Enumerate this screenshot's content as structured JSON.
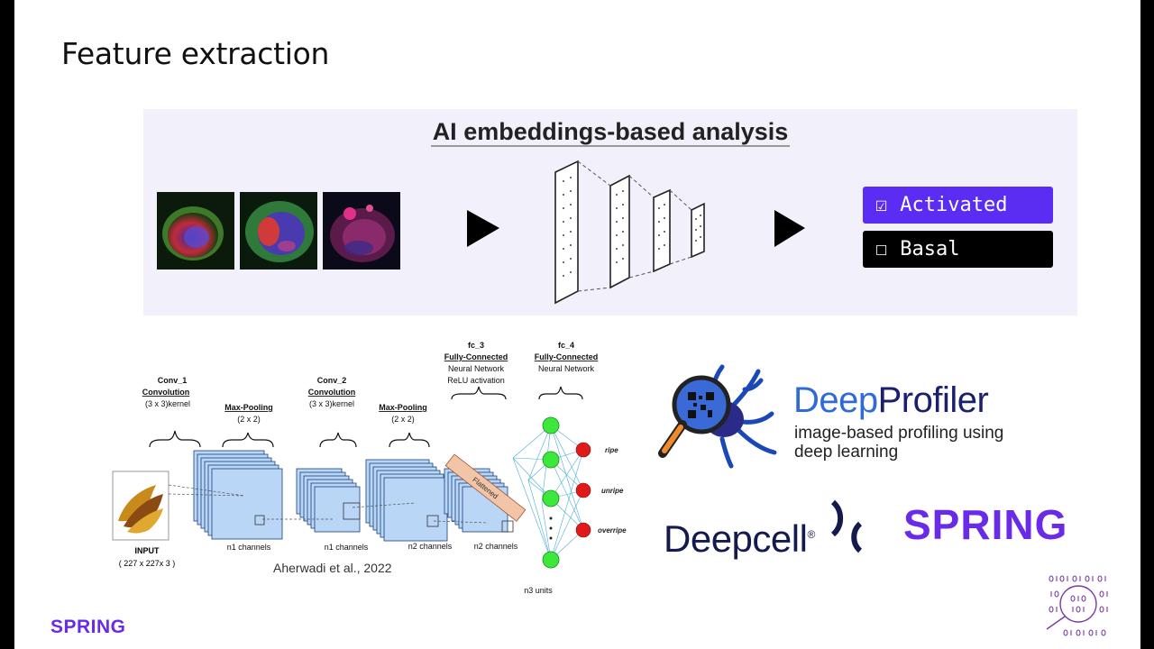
{
  "slide": {
    "title": "Feature extraction"
  },
  "embeddings_panel": {
    "title": "AI embeddings-based analysis",
    "cell_images": [
      "cell-image-1",
      "cell-image-2",
      "cell-image-3"
    ],
    "labels": [
      {
        "text": "Activated",
        "checked": true,
        "color": "#5b2cf2"
      },
      {
        "text": "Basal",
        "checked": false,
        "color": "#000000"
      }
    ],
    "check_on": "☑",
    "check_off": "☐"
  },
  "cnn_diagram": {
    "input_label": "INPUT",
    "input_size": "( 227 x 227x 3 )",
    "conv1_title": "Conv_1",
    "conv1_sub": "Convolution",
    "conv1_kernel": "(3 x 3)kernel",
    "pool1_title": "Max-Pooling",
    "pool1_size": "(2 x 2)",
    "conv2_title": "Conv_2",
    "conv2_sub": "Convolution",
    "conv2_kernel": "(3 x 3)kernel",
    "pool2_title": "Max-Pooling",
    "pool2_size": "(2 x 2)",
    "fc3_title": "fc_3",
    "fc3_sub": "Fully-Connected",
    "fc3_line1": "Neural Network",
    "fc3_line2": "ReLU activation",
    "fc4_title": "fc_4",
    "fc4_sub": "Fully-Connected",
    "fc4_line1": "Neural Network",
    "flattened": "Flattened",
    "ch_label_1": "n1 channels",
    "ch_label_2": "n1 channels",
    "ch_label_3": "n2 channels",
    "ch_label_4": "n2 channels",
    "units_label": "n3 units",
    "outputs": [
      "ripe",
      "unripe",
      "overripe"
    ],
    "citation": "Aherwadi et al., 2022"
  },
  "logos": {
    "deepprofiler_deep": "Deep",
    "deepprofiler_rest": "Profiler",
    "deepprofiler_tagline_1": "image-based profiling using",
    "deepprofiler_tagline_2": "deep learning",
    "deepcell": "Deepcell",
    "deepcell_mark": "®",
    "spring": "SPRING",
    "spring_footer": "SPRING"
  },
  "colors": {
    "accent": "#5b2cf2",
    "spring": "#6a2be8",
    "layer_fill": "#a8cdf3",
    "node_green": "#2bd62b",
    "node_red": "#e01010"
  }
}
